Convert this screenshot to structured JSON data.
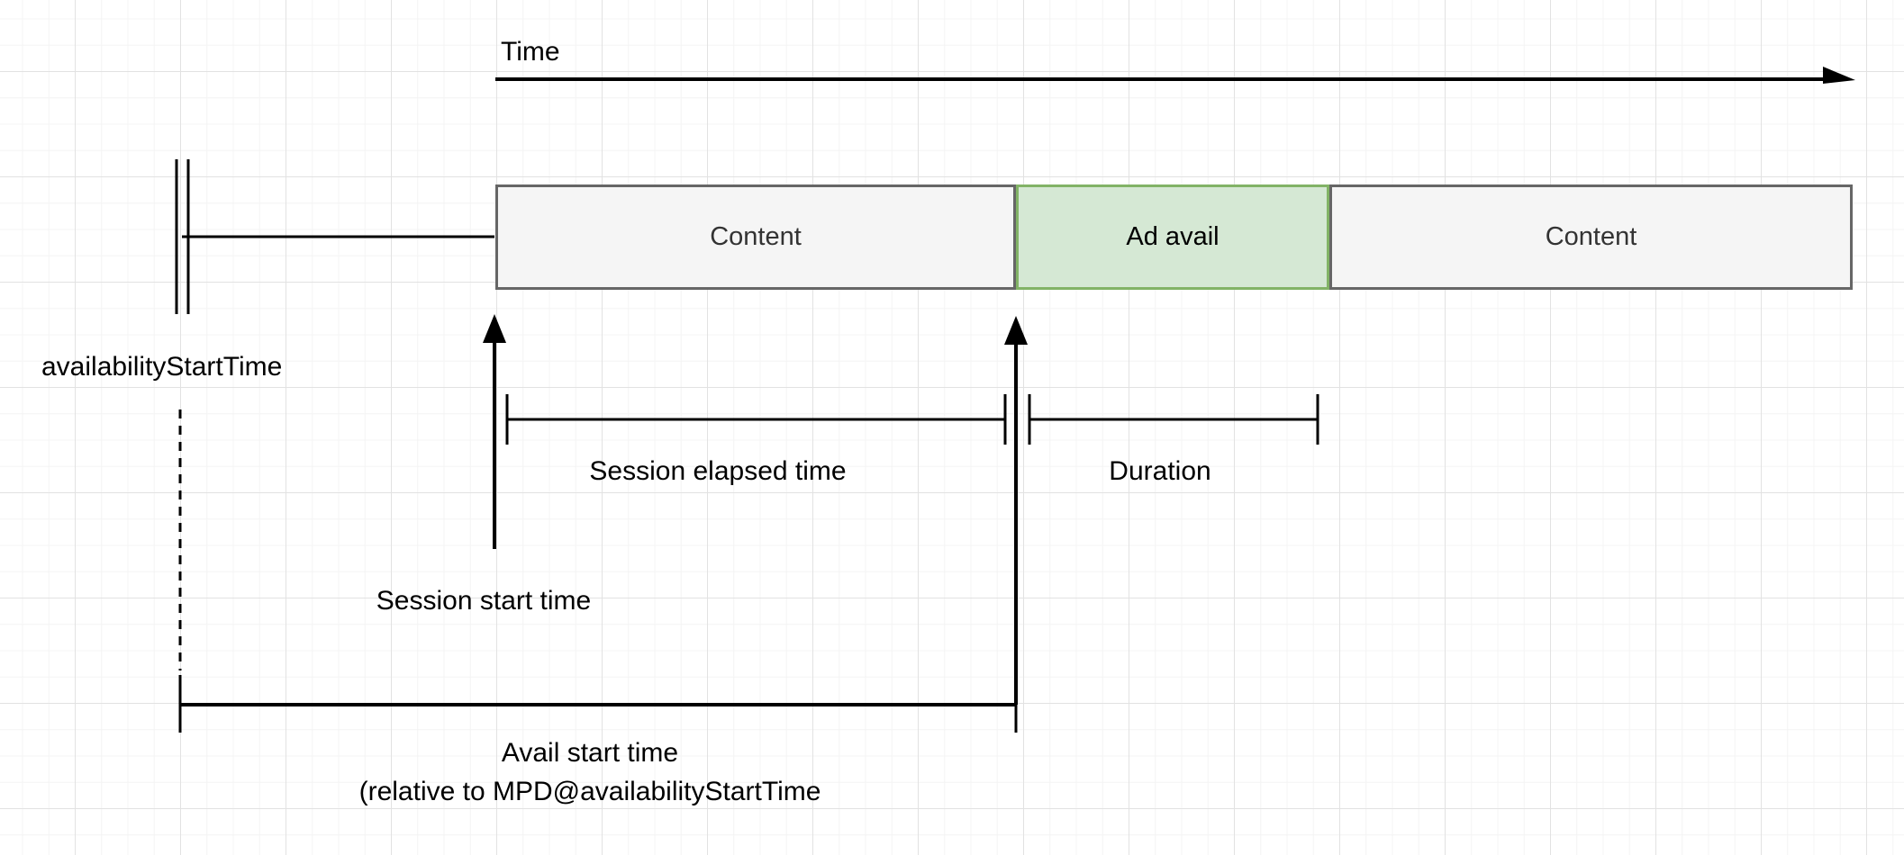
{
  "diagram": {
    "title_context": "DASH linear ad-avail timing diagram",
    "time_axis": {
      "label": "Time"
    },
    "boxes": [
      {
        "label": "Content",
        "kind": "content"
      },
      {
        "label": "Ad avail",
        "kind": "ad-avail"
      },
      {
        "label": "Content",
        "kind": "content"
      }
    ],
    "annotations": {
      "availability_start": "availabilityStartTime",
      "session_elapsed": "Session elapsed time",
      "duration": "Duration",
      "session_start": "Session start time",
      "avail_start_line1": "Avail start time",
      "avail_start_line2": "(relative to MPD@availabilityStartTime"
    },
    "colors": {
      "content_fill": "#f5f5f5",
      "content_border": "#666666",
      "content_text": "#333333",
      "ad_fill": "#d5e8d4",
      "ad_border": "#82b366",
      "line": "#000000",
      "grid_minor": "#f4f4f4",
      "grid_major": "#e2e2e2",
      "background": "#ffffff"
    }
  }
}
